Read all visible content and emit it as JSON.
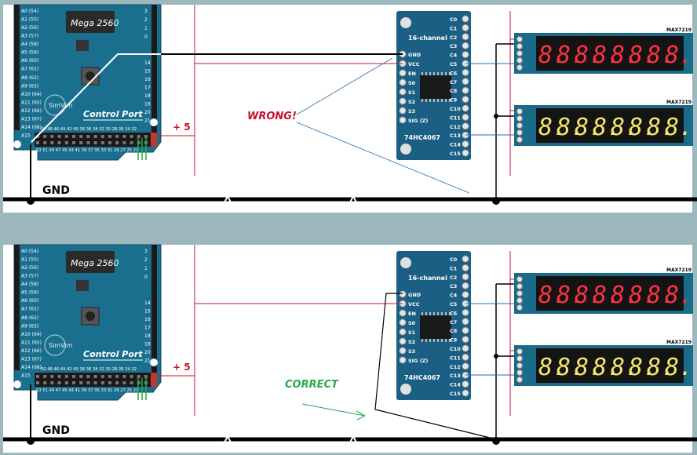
{
  "colors": {
    "frame": "#9db7be",
    "panel_bg": "#ffffff",
    "board": "#1b6f8e",
    "board_dark": "#0f5470",
    "header": "#1a1a1a",
    "wire_black": "#000000",
    "wire_red": "#c8102e",
    "wire_blue": "#1e6fb3",
    "wire_green": "#2aa84a",
    "wrong_text": "#c8102e",
    "correct_text": "#2aa84a",
    "display_red": "#ff3040",
    "display_yellow": "#f5e66a",
    "mux_board": "#1b5f85"
  },
  "diagrams": [
    {
      "id": "top",
      "verdict": "WRONG!",
      "verdict_kind": "wrong"
    },
    {
      "id": "bottom",
      "verdict": "CORRECT",
      "verdict_kind": "correct"
    }
  ],
  "arduino": {
    "title": "Mega 2560",
    "brand": "SimVim",
    "section": "Control Port",
    "analog_top": [
      "A0 (54)",
      "A1 (55)",
      "A2 (56)",
      "A3 (57)",
      "A4 (58)",
      "A5 (59)",
      "A6 (60)",
      "A7 (61)"
    ],
    "analog_bottom": [
      "A8 (62)",
      "A9 (63)",
      "A10 (64)",
      "A11 (65)",
      "A12 (66)",
      "A13 (67)",
      "A14 (68)",
      "A15"
    ],
    "digital_right_top": [
      "3",
      "2",
      "1",
      "0"
    ],
    "digital_right_bottom": [
      "14",
      "15",
      "16",
      "17",
      "18",
      "19",
      "20",
      "21"
    ],
    "bottom_row_top": "50 48 46 44 42 40 38 36 34 32 30 28 26 24 22",
    "bottom_row_bottom": "53 51 49 47 45 43 41 39 37 35 33 31 29 27 25 23",
    "gnd_small": "GND"
  },
  "power_label": "+ 5",
  "gnd_label": "GND",
  "mux": {
    "title": "16-channel",
    "part": "74HC4067",
    "left_pins": [
      "GND",
      "VCC",
      "EN",
      "S0",
      "S1",
      "S2",
      "S3",
      "SIG (Z)"
    ],
    "right_pins": [
      "C0",
      "C1",
      "C2",
      "C3",
      "C4",
      "C5",
      "C6",
      "C7",
      "C8",
      "C9",
      "C10",
      "C11",
      "C12",
      "C13",
      "C14",
      "C15"
    ]
  },
  "displays": [
    {
      "label": "MAX7219",
      "color": "red",
      "digits": [
        "8.",
        "8.",
        "8.",
        "8.",
        "8.",
        "8.",
        "8.",
        "8."
      ]
    },
    {
      "label": "MAX7219",
      "color": "yellow",
      "digits": [
        "8.",
        "8.",
        "8.",
        "8.",
        "8.",
        "8.",
        "8.",
        "8."
      ]
    }
  ]
}
